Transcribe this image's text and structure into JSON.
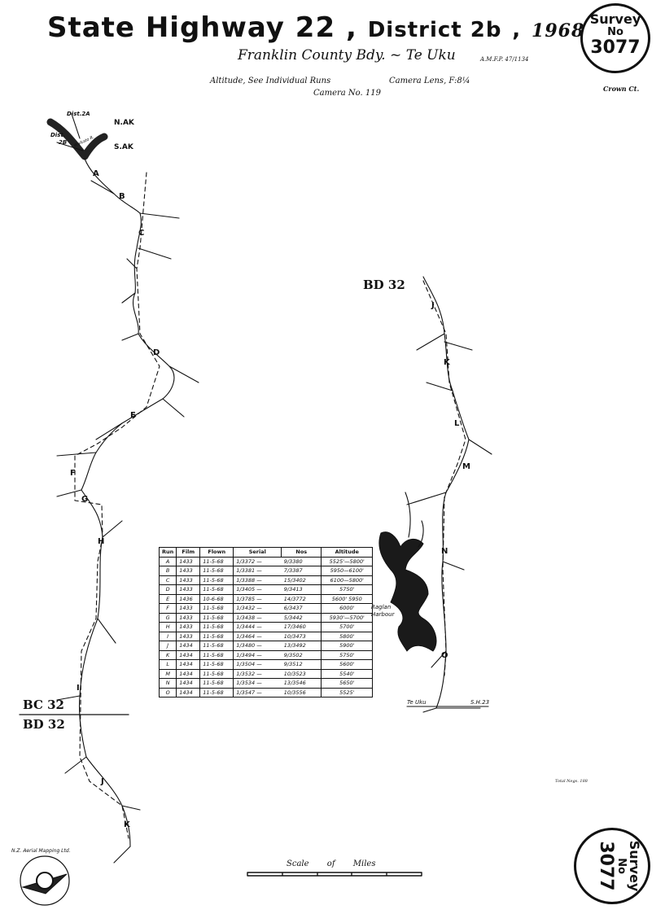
{
  "header": {
    "title_main": "State Highway 22",
    "title_sep1": ",",
    "title_district": "District 2b",
    "title_sep2": ",",
    "title_year": "1968",
    "subtitle": "Franklin County Bdy. ~ Te Uku",
    "afp": "A.M.F.P. 47/1134",
    "altitude_note": "Altitude, See Individual Runs",
    "camera_lens": "Camera Lens, F:8¼",
    "camera_no": "Camera No. 119",
    "crown": "Crown Ct."
  },
  "survey_stamp": {
    "word": "Survey",
    "no": "No",
    "number": "3077"
  },
  "map": {
    "sheets": {
      "bd32_upper": "BD 32",
      "bc32": "BC 32",
      "bd32_lower": "BD 32"
    },
    "boundary_labels": {
      "dist2a": "Dist.2A",
      "dist2b_line1": "Dist.",
      "dist2b_line2": "2B",
      "nak": "N.AK",
      "sak": "S.AK",
      "river": "Waikato R."
    },
    "places": {
      "raglan_line1": "Raglan",
      "raglan_line2": "Harbour",
      "te_uku": "Te Uku",
      "sh23": "S.H.23"
    },
    "run_labels": {
      "a": "A",
      "b": "B",
      "c": "C",
      "d": "D",
      "e": "E",
      "f": "F",
      "g": "G",
      "h": "H",
      "i": "I",
      "j_left": "J",
      "k_left": "K",
      "j_right": "J",
      "k_right": "K",
      "l": "L",
      "m": "M",
      "n": "N",
      "o": "O"
    }
  },
  "run_table": {
    "headers": {
      "run": "Run",
      "film": "Film",
      "flown": "Flown",
      "serial": "Serial",
      "nos": "Nos",
      "altitude": "Altitude"
    },
    "rows": [
      {
        "run": "A",
        "film": "1433",
        "flown": "11-5-68",
        "serial": "1/3372 —",
        "nos": "9/3380",
        "altitude": "5525'—5800'"
      },
      {
        "run": "B",
        "film": "1433",
        "flown": "11-5-68",
        "serial": "1/3381 —",
        "nos": "7/3387",
        "altitude": "5950—6100'"
      },
      {
        "run": "C",
        "film": "1433",
        "flown": "11-5-68",
        "serial": "1/3388 —",
        "nos": "15/3402",
        "altitude": "6100—5800'"
      },
      {
        "run": "D",
        "film": "1433",
        "flown": "11-5-68",
        "serial": "1/3405 —",
        "nos": "9/3413",
        "altitude": "5750'"
      },
      {
        "run": "E",
        "film": "1436",
        "flown": "10-6-68",
        "serial": "1/3785 —",
        "nos": "14/3772",
        "altitude": "5600'  5950"
      },
      {
        "run": "F",
        "film": "1433",
        "flown": "11-5-68",
        "serial": "1/3432 —",
        "nos": "6/3437",
        "altitude": "6000'"
      },
      {
        "run": "G",
        "film": "1433",
        "flown": "11-5-68",
        "serial": "1/3438 —",
        "nos": "5/3442",
        "altitude": "5930'—5700'"
      },
      {
        "run": "H",
        "film": "1433",
        "flown": "11-5-68",
        "serial": "1/3444 —",
        "nos": "17/3460",
        "altitude": "5700'"
      },
      {
        "run": "I",
        "film": "1433",
        "flown": "11-5-68",
        "serial": "1/3464 —",
        "nos": "10/3473",
        "altitude": "5800'"
      },
      {
        "run": "J",
        "film": "1434",
        "flown": "11-5-68",
        "serial": "1/3480 —",
        "nos": "13/3492",
        "altitude": "5900'"
      },
      {
        "run": "K",
        "film": "1434",
        "flown": "11-5-68",
        "serial": "1/3494 —",
        "nos": "9/3502",
        "altitude": "5750'"
      },
      {
        "run": "L",
        "film": "1434",
        "flown": "11-5-68",
        "serial": "1/3504 —",
        "nos": "9/3512",
        "altitude": "5600'"
      },
      {
        "run": "M",
        "film": "1434",
        "flown": "11-5-68",
        "serial": "1/3532 —",
        "nos": "10/3523",
        "altitude": "5540'"
      },
      {
        "run": "N",
        "film": "1434",
        "flown": "11-5-68",
        "serial": "1/3534 —",
        "nos": "13/3546",
        "altitude": "5650'"
      },
      {
        "run": "O",
        "film": "1434",
        "flown": "11-5-68",
        "serial": "1/3547 —",
        "nos": "10/3556",
        "altitude": "5525'"
      }
    ]
  },
  "footer": {
    "total": "Total Negs. 188",
    "scale_word1": "Scale",
    "scale_word2": "of",
    "scale_word3": "Miles",
    "logo_text": "N.Z. Aerial Mapping Ltd."
  }
}
